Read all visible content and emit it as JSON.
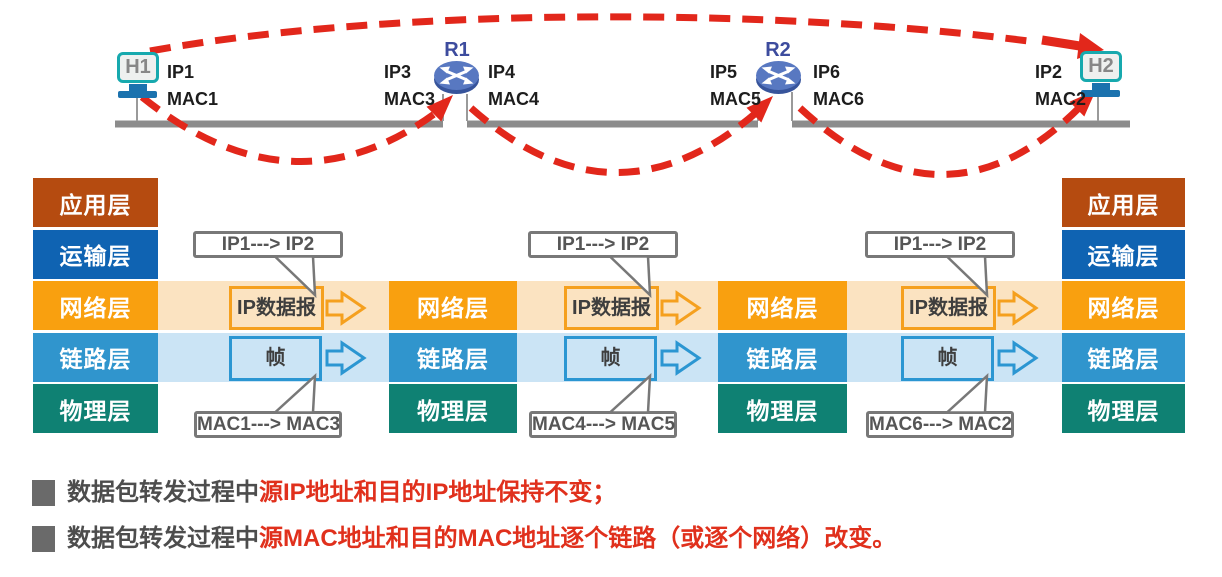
{
  "top": {
    "h1": {
      "label": "H1",
      "ip": "IP1",
      "mac": "MAC1"
    },
    "r1": {
      "label": "R1",
      "left_ip": "IP3",
      "left_mac": "MAC3",
      "right_ip": "IP4",
      "right_mac": "MAC4"
    },
    "r2": {
      "label": "R2",
      "left_ip": "IP5",
      "left_mac": "MAC5",
      "right_ip": "IP6",
      "right_mac": "MAC6"
    },
    "h2": {
      "label": "H2",
      "ip": "IP2",
      "mac": "MAC2"
    }
  },
  "stacks": {
    "full_layers": [
      "应用层",
      "运输层",
      "网络层",
      "链路层",
      "物理层"
    ],
    "router_layers": [
      "网络层",
      "链路层",
      "物理层"
    ]
  },
  "groups": [
    {
      "ip_route": "IP1---> IP2",
      "packet": "IP数据报",
      "frame": "帧",
      "mac_route": "MAC1---> MAC3"
    },
    {
      "ip_route": "IP1---> IP2",
      "packet": "IP数据报",
      "frame": "帧",
      "mac_route": "MAC4---> MAC5"
    },
    {
      "ip_route": "IP1---> IP2",
      "packet": "IP数据报",
      "frame": "帧",
      "mac_route": "MAC6---> MAC2"
    }
  ],
  "notes": [
    {
      "prefix": "数据包转发过程中",
      "highlight": "源IP地址和目的IP地址保持不变；"
    },
    {
      "prefix": "数据包转发过程中",
      "highlight": "源MAC地址和目的MAC地址逐个链路（或逐个网络）改变。"
    }
  ],
  "colors": {
    "accent_red": "#E2271B",
    "layer_app": "#B54B10",
    "layer_transport": "#0F63B2",
    "layer_network": "#F9A00F",
    "layer_link": "#3095CD",
    "layer_physical": "#0F8173",
    "band_network": "#FBE3C1",
    "band_link": "#CBE4F5",
    "note_red": "#E0301C"
  }
}
